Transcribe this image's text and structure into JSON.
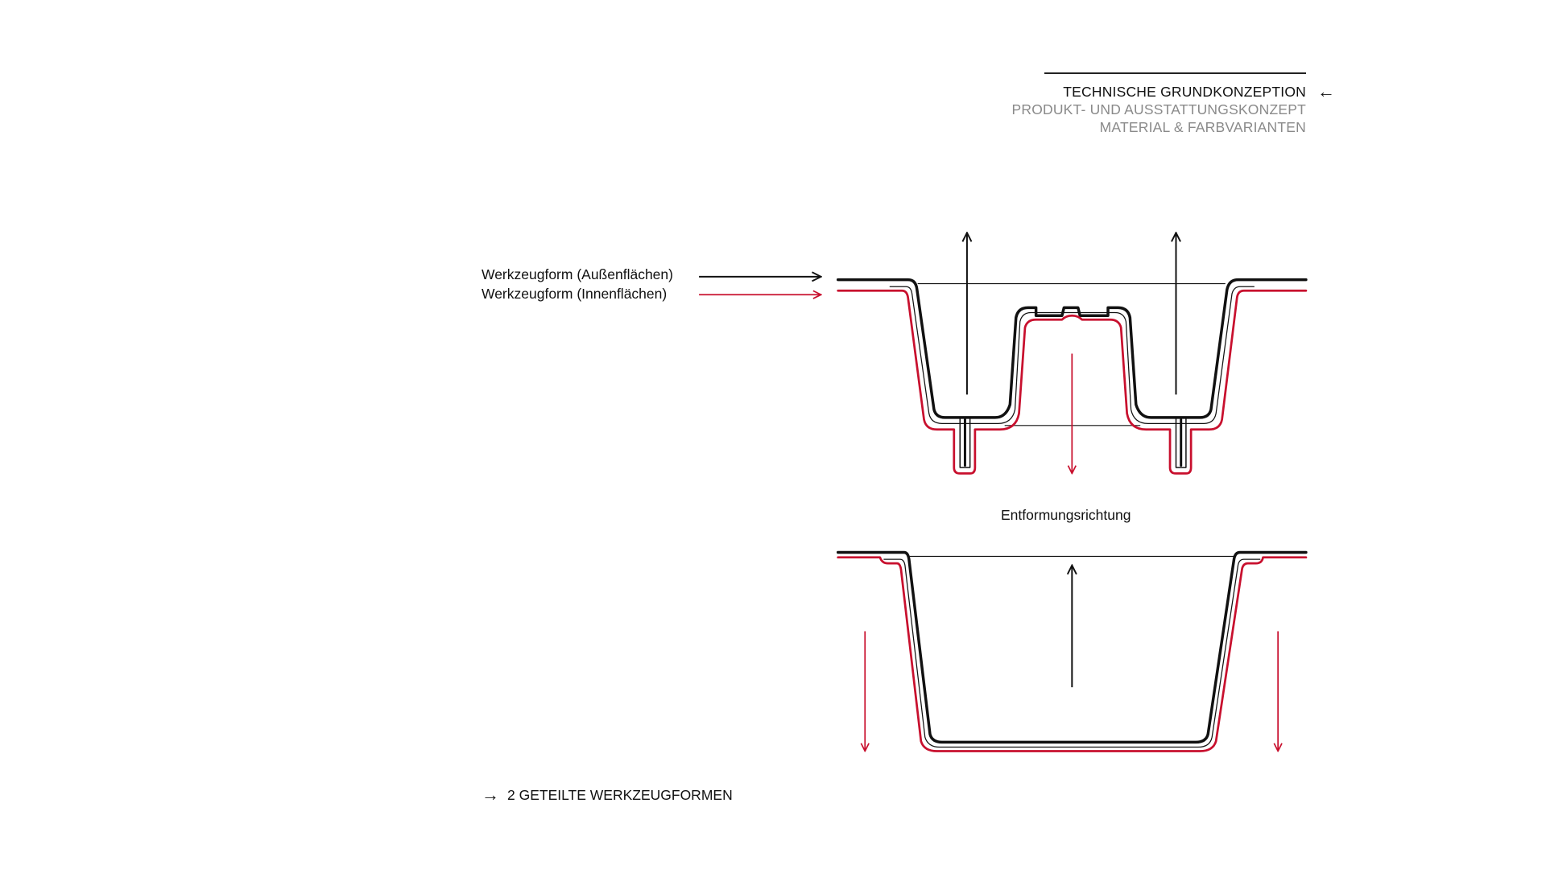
{
  "nav": {
    "items": [
      {
        "label": "TECHNISCHE GRUNDKONZEPTION",
        "active": true
      },
      {
        "label": "PRODUKT- UND AUSSTATTUNGSKONZEPT",
        "active": false
      },
      {
        "label": "MATERIAL & FARBVARIANTEN",
        "active": false
      }
    ],
    "active_indicator_icon": "arrow-left-icon"
  },
  "diagram": {
    "legend": [
      {
        "label": "Werkzeugform (Außenflächen)",
        "color": "#111111"
      },
      {
        "label": "Werkzeugform (Innenflächen)",
        "color": "#c8102e"
      }
    ],
    "caption": "Entformungsrichtung"
  },
  "footer": {
    "icon": "arrow-right-icon",
    "label": "2 GETEILTE WERKZEUGFORMEN"
  },
  "colors": {
    "outer": "#111111",
    "inner": "#c8102e",
    "muted": "#8a8a8a"
  }
}
